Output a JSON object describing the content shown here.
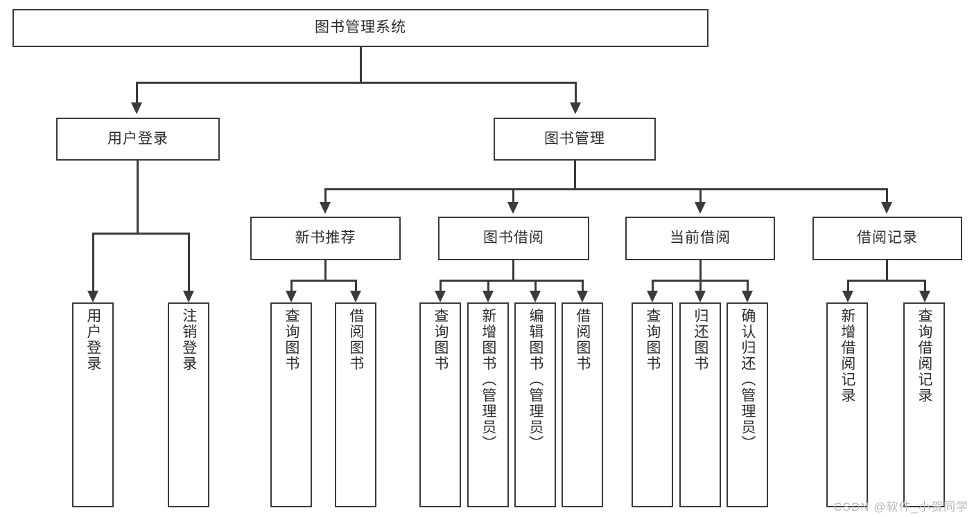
{
  "diagram": {
    "type": "tree-hierarchy-chart",
    "title": "图书管理系统",
    "watermark": "CSDN @软件_小贺同学",
    "colors": {
      "stroke": "#3a3a3a",
      "fill": "#ffffff",
      "text": "#2b2b2b",
      "watermark": "#b9b9b9"
    },
    "nodes": {
      "root": {
        "label": "图书管理系统"
      },
      "level2": [
        {
          "id": "user-login",
          "label": "用户登录"
        },
        {
          "id": "book-manage",
          "label": "图书管理"
        }
      ],
      "level3": [
        {
          "id": "new-book-recommend",
          "label": "新书推荐"
        },
        {
          "id": "book-borrow",
          "label": "图书借阅"
        },
        {
          "id": "current-borrow",
          "label": "当前借阅"
        },
        {
          "id": "borrow-record",
          "label": "借阅记录"
        }
      ],
      "leaves": {
        "user-login": [
          {
            "id": "leaf-user-login",
            "label": "用户登录"
          },
          {
            "id": "leaf-user-logout",
            "label": "注销登录"
          }
        ],
        "new-book-recommend": [
          {
            "id": "leaf-query-book-1",
            "label": "查询图书"
          },
          {
            "id": "leaf-borrow-book-1",
            "label": "借阅图书"
          }
        ],
        "book-borrow": [
          {
            "id": "leaf-query-book-2",
            "label": "查询图书"
          },
          {
            "id": "leaf-add-book",
            "label": "新增图书（管理员）"
          },
          {
            "id": "leaf-edit-book",
            "label": "编辑图书（管理员）"
          },
          {
            "id": "leaf-borrow-book-2",
            "label": "借阅图书"
          }
        ],
        "current-borrow": [
          {
            "id": "leaf-query-book-3",
            "label": "查询图书"
          },
          {
            "id": "leaf-return-book",
            "label": "归还图书"
          },
          {
            "id": "leaf-confirm-return",
            "label": "确认归还（管理员）"
          }
        ],
        "borrow-record": [
          {
            "id": "leaf-add-record",
            "label": "新增借阅记录"
          },
          {
            "id": "leaf-query-record",
            "label": "查询借阅记录"
          }
        ]
      }
    }
  }
}
